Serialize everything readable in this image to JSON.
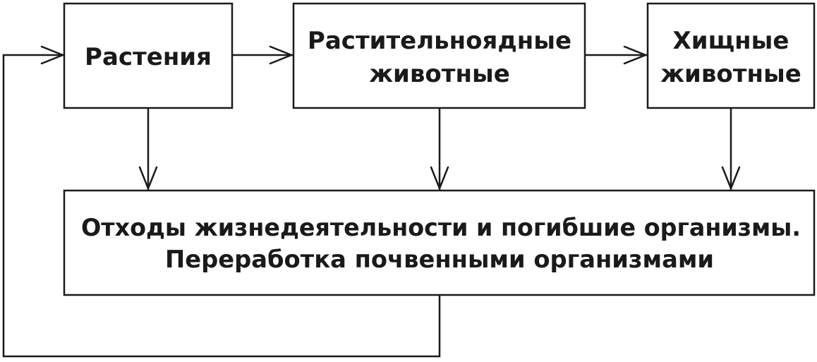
{
  "colors": {
    "stroke": "#1a1a1a",
    "text": "#1a1a1a",
    "background": "#ffffff"
  },
  "nodes": {
    "plants": {
      "lines": [
        "Растения"
      ]
    },
    "herbivores": {
      "lines": [
        "Растительноядные",
        "животные"
      ]
    },
    "predators": {
      "lines": [
        "Хищные",
        "животные"
      ]
    },
    "waste": {
      "lines": [
        "Отходы жизнедеятельности и погибшие организмы.",
        "Переработка почвенными организмами"
      ]
    }
  },
  "edges": [
    {
      "from": "plants",
      "to": "herbivores"
    },
    {
      "from": "herbivores",
      "to": "predators"
    },
    {
      "from": "plants",
      "to": "waste"
    },
    {
      "from": "herbivores",
      "to": "waste"
    },
    {
      "from": "predators",
      "to": "waste"
    },
    {
      "from": "waste",
      "to": "plants"
    }
  ]
}
